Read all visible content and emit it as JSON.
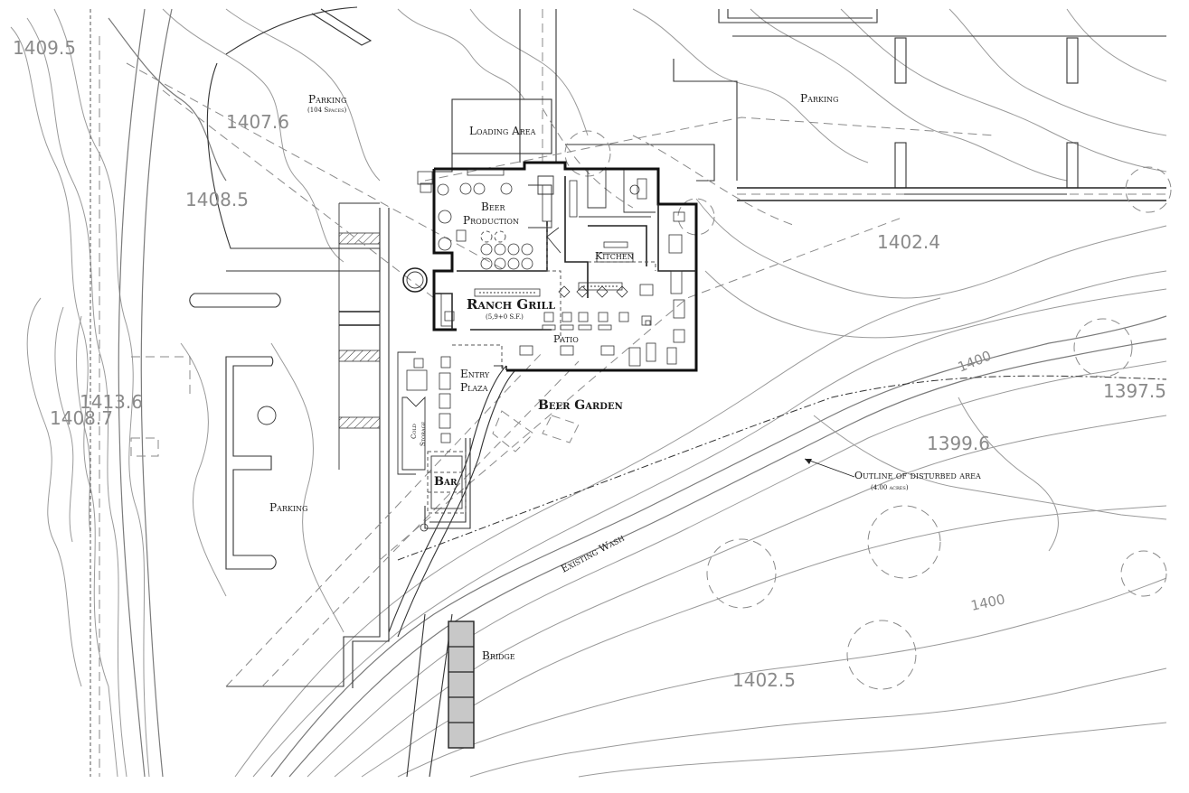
{
  "labels": {
    "parking_north": "Parking",
    "parking_north_note": "(104 Spaces)",
    "parking_northeast": "Parking",
    "parking_west": "Parking",
    "loading_area": "Loading Area",
    "beer_production_1": "Beer",
    "beer_production_2": "Production",
    "kitchen": "Kitchen",
    "ranch_grill": "Ranch Grill",
    "ranch_grill_area": "(5,9+0 S.F.)",
    "patio": "Patio",
    "entry_plaza_1": "Entry",
    "entry_plaza_2": "Plaza",
    "beer_garden": "Beer Garden",
    "cold_storage_1": "Cold",
    "cold_storage_2": "Storage",
    "bar": "Bar",
    "bridge": "Bridge",
    "existing_wash": "Existing Wash",
    "disturbed_area": "Outline of disturbed area",
    "disturbed_area_note": "(4.00 acres)"
  },
  "elevations": {
    "e1": "1409.5",
    "e2": "1407.6",
    "e3": "1408.5",
    "e4": "1402.4",
    "e5": "1413.6",
    "e6": "1408.7",
    "e7": "1397.5",
    "e8": "1399.6",
    "e9": "1402.5",
    "c1": "1400",
    "c2": "1400"
  }
}
